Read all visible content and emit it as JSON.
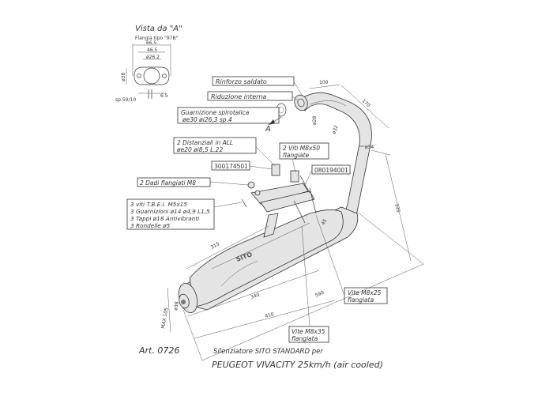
{
  "view": {
    "title": "Vista da \"A\"",
    "subtitle": "Flangia tipo \"97B\"",
    "dims": [
      "66.5",
      "46.5",
      "ø26.2",
      "ø38",
      "6.5",
      "sp.50/10"
    ]
  },
  "arrow_label": "A",
  "callouts": {
    "rinforzo": "Rinforzo saldato",
    "riduzione": "Riduzione interna",
    "guarnizione_1": "Guarnizione spirotalica",
    "guarnizione_2": "øe30 øi26,3 sp.4",
    "distanziali_1": "2 Distanziali in ALL",
    "distanziali_2": "øe20 øi8,5 L.22",
    "viti_m8x50_1": "2 Viti M8x50",
    "viti_m8x50_2": "flangiate",
    "code_1": "300174501",
    "code_2": "080194001",
    "dadi": "2 Dadi flangiati M8",
    "list_1": "3 viti T.B.E.I. M5x15",
    "list_2": "3 Guarnizioni ø14 ø4,9 L1,5",
    "list_3": "3 Tappi ø18 Antivibranti",
    "list_4": "3 Rondelle ø5",
    "vite_m8x25_1": "Vite M8x25",
    "vite_m8x25_2": "flangiata",
    "vite_m8x35_1": "Vite M8x35",
    "vite_m8x35_2": "flangiata"
  },
  "dimensions": {
    "d100": "100",
    "d170": "170",
    "d28": "ø28",
    "d32": "ø32",
    "d34": "ø34",
    "d335": "335",
    "d315": "315",
    "d340": "340",
    "d410": "410",
    "d590": "590",
    "dmax105": "MAX 105",
    "d38": "ø38",
    "d45": "45"
  },
  "footer": {
    "art": "Art. 0726",
    "desc": "Silenziatore SITO STANDARD per",
    "model": "PEUGEOT VIVACITY 25km/h (air cooled)"
  }
}
